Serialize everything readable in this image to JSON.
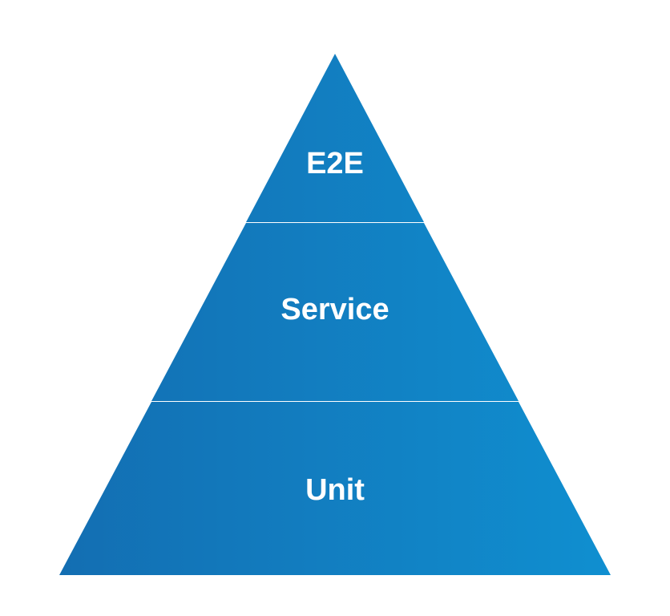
{
  "diagram": {
    "type": "pyramid",
    "tiers": [
      {
        "label": "E2E"
      },
      {
        "label": "Service"
      },
      {
        "label": "Unit"
      }
    ],
    "colors": {
      "gradient_start": "#136eb2",
      "gradient_end": "#108fd0",
      "divider": "#ffffff"
    }
  }
}
